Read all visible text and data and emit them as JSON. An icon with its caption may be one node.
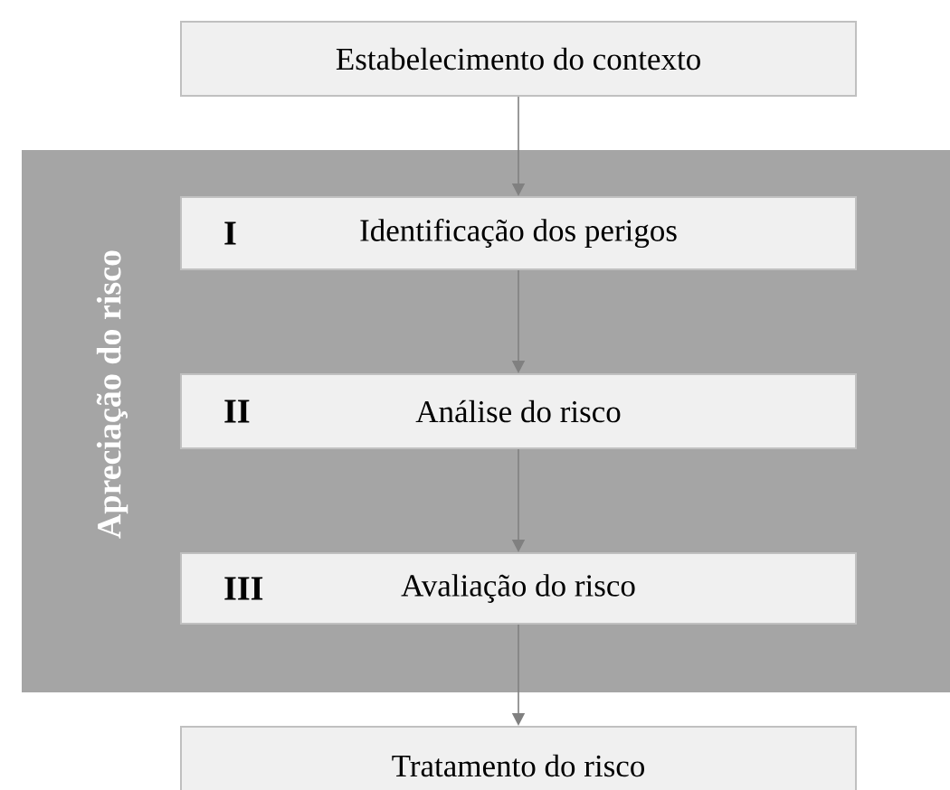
{
  "diagram": {
    "nodes": [
      {
        "text": [
          "Estabelecimento do contexto"
        ]
      },
      {
        "text": [
          "Apreciação do risco"
        ]
      },
      {
        "text": [
          "I",
          "Identificação dos perigos"
        ],
        "in": 1
      },
      {
        "text": [
          "II",
          "Análise do risco"
        ],
        "in": 1
      },
      {
        "text": [
          "III",
          "Avaliação do risco"
        ],
        "in": 1
      },
      {
        "text": [
          "Tratamento do risco"
        ]
      }
    ],
    "edges": [
      {
        "from": 0,
        "to": 2,
        "arrow": "to"
      },
      {
        "from": 2,
        "to": 3,
        "arrow": "to"
      },
      {
        "from": 3,
        "to": 4,
        "arrow": "to"
      },
      {
        "from": 4,
        "to": 5,
        "arrow": "to"
      }
    ]
  }
}
